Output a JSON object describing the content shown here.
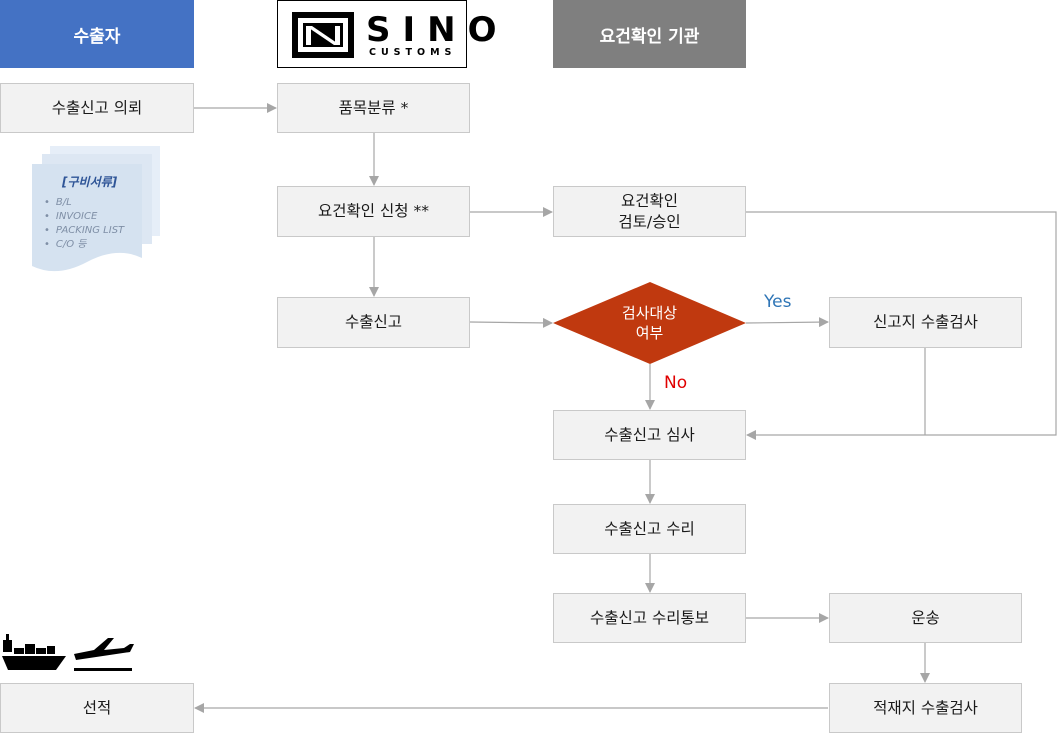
{
  "headers": {
    "exporter": "수출자",
    "logo_main": "SINO",
    "logo_sub": "CUSTOMS",
    "agency": "요건확인 기관"
  },
  "boxes": {
    "export_request": "수출신고 의뢰",
    "classification": "품목분류 *",
    "req_apply": "요건확인 신청 **",
    "req_review_1": "요건확인",
    "req_review_2": "검토/승인",
    "export_declare": "수출신고",
    "inspect_q_1": "검사대상",
    "inspect_q_2": "여부",
    "site_inspect": "신고지 수출검사",
    "review": "수출신고 심사",
    "accept": "수출신고 수리",
    "notice": "수출신고 수리통보",
    "transport": "운송",
    "load_inspect": "적재지 수출검사",
    "shipping": "선적"
  },
  "labels": {
    "yes": "Yes",
    "no": "No"
  },
  "documents": {
    "title": "[구비서류]",
    "items": [
      "B/L",
      "INVOICE",
      "PACKING LIST",
      "C/O 등"
    ]
  },
  "colors": {
    "exporter_header": "#4472c4",
    "agency_header": "#7f7f7f",
    "decision": "#c0390f",
    "yes": "#2e75b6",
    "no": "#e00000"
  },
  "icons": [
    "ship-icon",
    "airplane-icon"
  ]
}
